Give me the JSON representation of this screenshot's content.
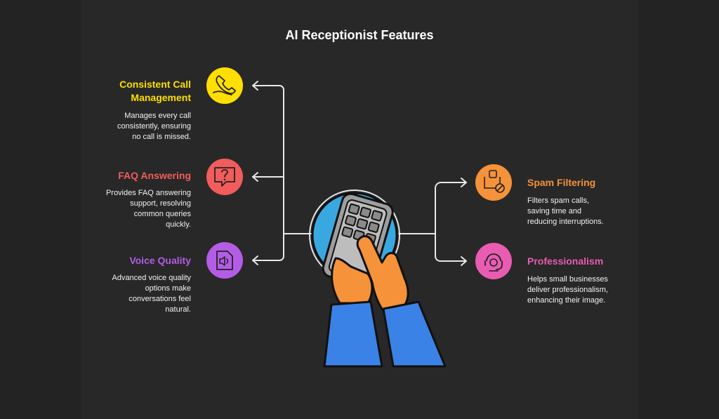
{
  "title": "AI Receptionist Features",
  "colors": {
    "yellow": "#ffdf00",
    "red": "#f25c5c",
    "purple": "#b55ce6",
    "orange": "#f5923a",
    "pink": "#e95cb2",
    "connector": "#e8e8e8",
    "phone_circle": "#3aa8e0",
    "sleeve": "#3b82e6"
  },
  "features": {
    "call_management": {
      "title_line1": "Consistent Call",
      "title_line2": "Management",
      "desc_line1": "Manages every call",
      "desc_line2": "consistently, ensuring",
      "desc_line3": "no call is missed.",
      "icon": "phone-hand-icon"
    },
    "faq": {
      "title": "FAQ Answering",
      "desc_line1": "Provides FAQ answering",
      "desc_line2": "support, resolving",
      "desc_line3": "common queries",
      "desc_line4": "quickly.",
      "icon": "question-bubble-icon"
    },
    "voice": {
      "title": "Voice Quality",
      "desc_line1": "Advanced voice quality",
      "desc_line2": "options make",
      "desc_line3": "conversations feel",
      "desc_line4": "natural.",
      "icon": "speaker-file-icon"
    },
    "spam": {
      "title": "Spam Filtering",
      "desc_line1": "Filters spam calls,",
      "desc_line2": "saving time and",
      "desc_line3": "reducing interruptions.",
      "icon": "spam-block-icon"
    },
    "professionalism": {
      "title": "Professionalism",
      "desc_line1": "Helps small businesses",
      "desc_line2": "deliver professionalism,",
      "desc_line3": "enhancing their image.",
      "icon": "headset-icon"
    }
  }
}
